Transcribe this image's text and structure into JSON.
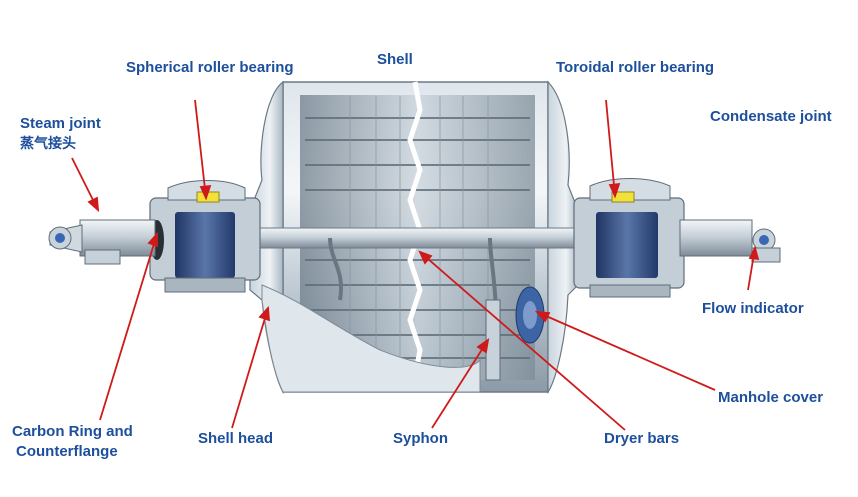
{
  "labels": {
    "spherical_roller_bearing": "Spherical roller bearing",
    "shell": "Shell",
    "toroidal_roller_bearing": "Toroidal roller bearing",
    "steam_joint": "Steam joint",
    "steam_joint_cn": "蒸气接头",
    "condensate_joint": "Condensate joint",
    "flow_indicator": "Flow indicator",
    "manhole_cover": "Manhole cover",
    "carbon_ring_line1": "Carbon Ring and",
    "carbon_ring_line2": "Counterflange",
    "shell_head": "Shell head",
    "syphon": "Syphon",
    "dryer_bars": "Dryer bars"
  },
  "colors": {
    "label_text": "#1d4f9c",
    "pointer_line": "#d01a1a",
    "bearing_highlight": "#f2e13a",
    "metal_light": "#e6ecf1",
    "metal_mid": "#b7c3cd",
    "metal_dark": "#5d6b78",
    "roller_blue": "#2f4f86"
  }
}
